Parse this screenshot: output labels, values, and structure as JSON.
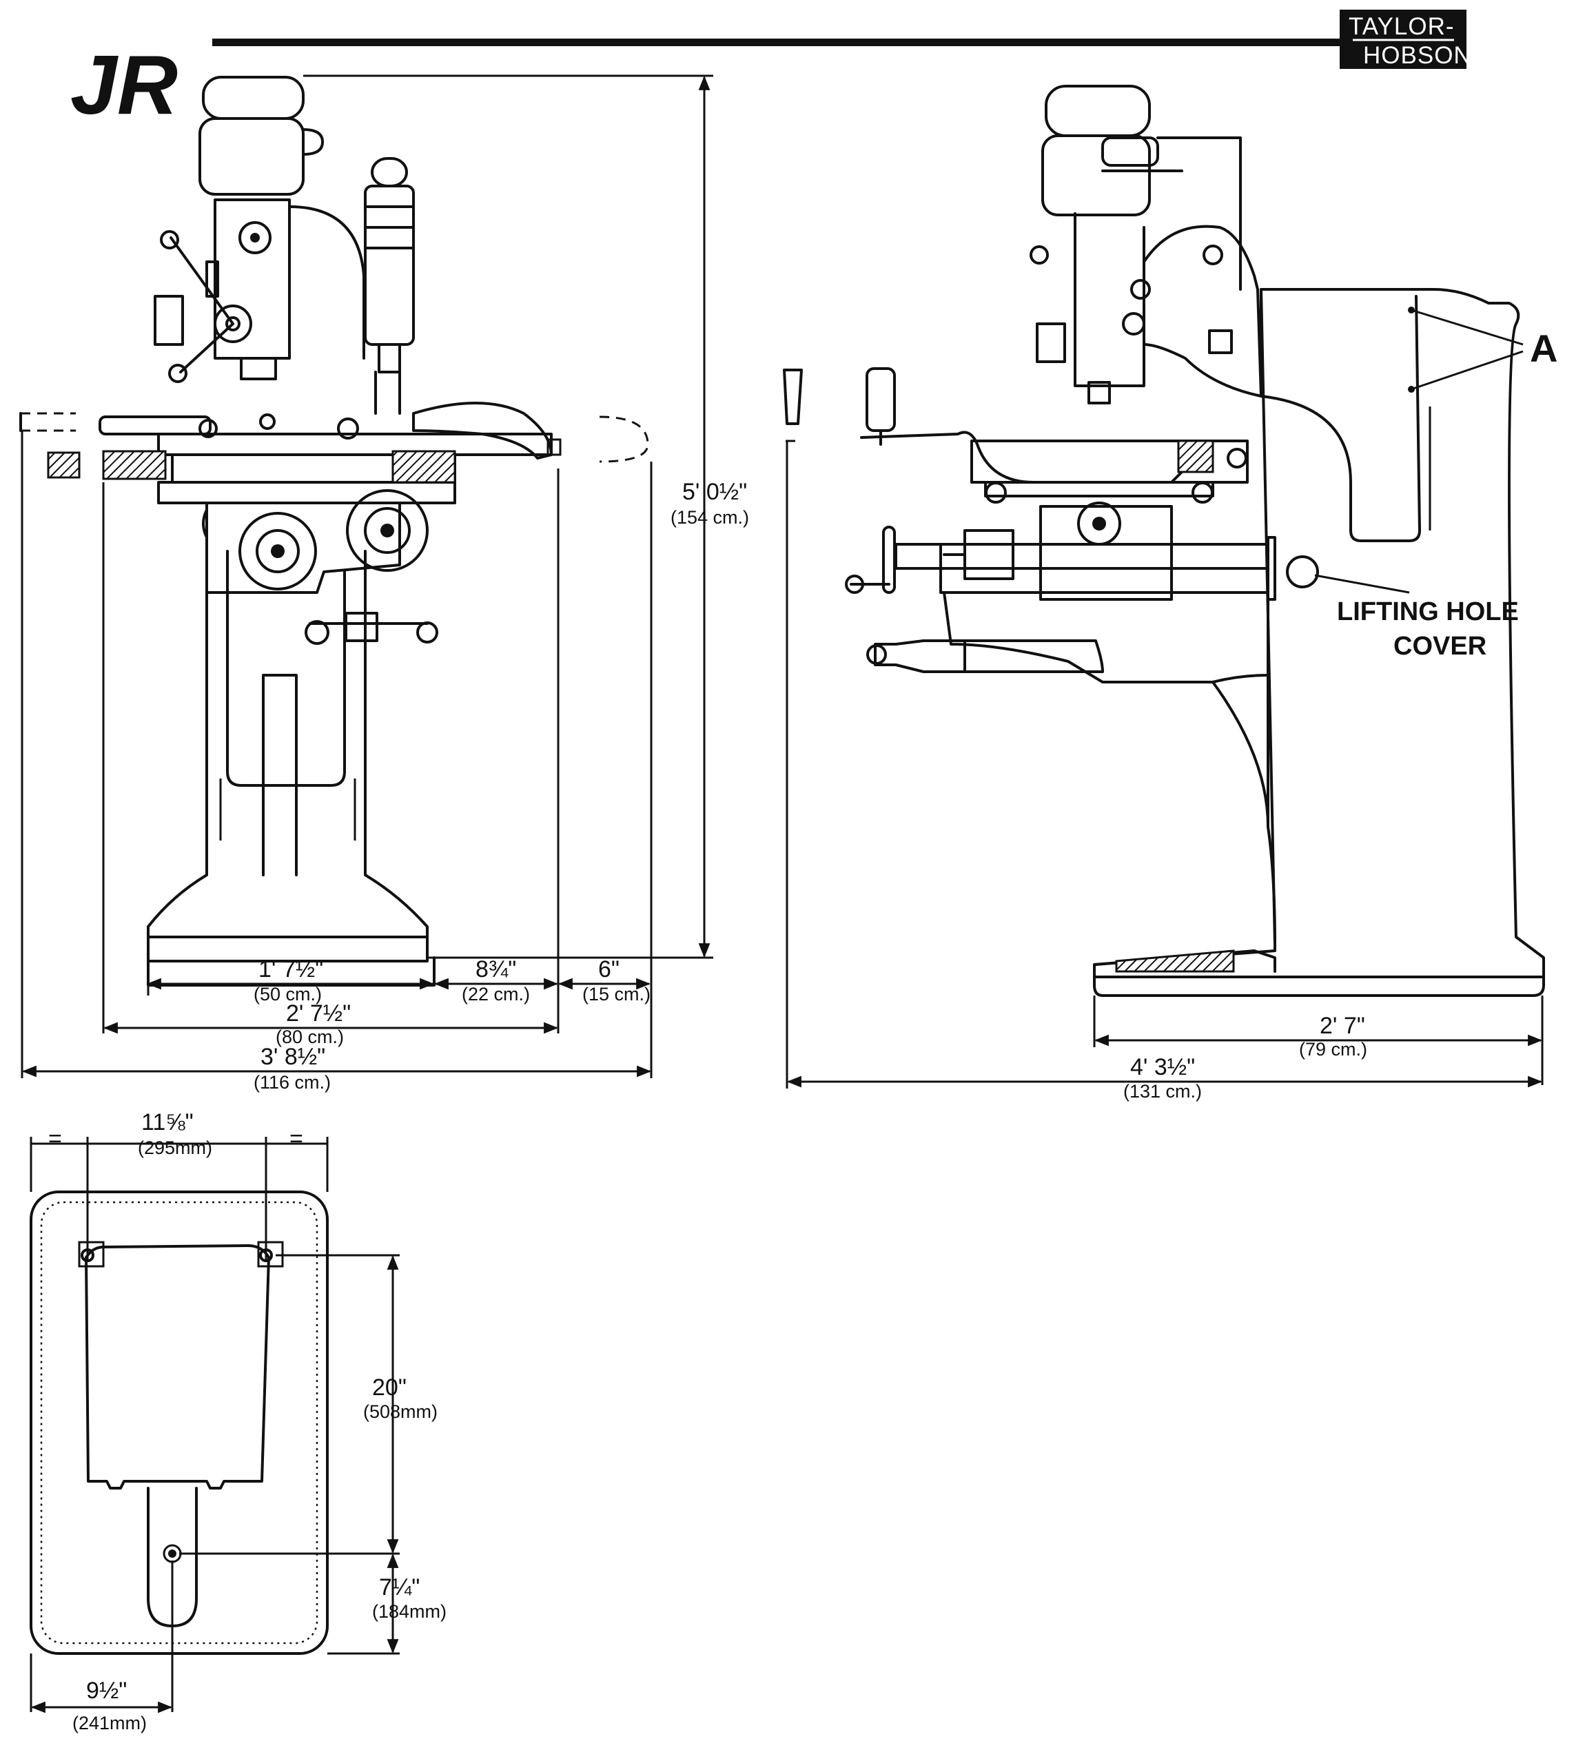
{
  "title": "JR",
  "logo": {
    "line1": "TAYLOR-",
    "line2": "HOBSON"
  },
  "front_view": {
    "height": {
      "imperial": "5' 0½\"",
      "metric": "(154 cm.)"
    },
    "base_width": {
      "imperial": "1' 7½\"",
      "metric": "(50 cm.)"
    },
    "overhang_1": {
      "imperial": "8¾\"",
      "metric": "(22 cm.)"
    },
    "overhang_2": {
      "imperial": "6\"",
      "metric": "(15 cm.)"
    },
    "table_width": {
      "imperial": "2' 7½\"",
      "metric": "(80 cm.)"
    },
    "overall_width": {
      "imperial": "3' 8½\"",
      "metric": "(116 cm.)"
    }
  },
  "side_view": {
    "annotation_a": "A",
    "lifting_hole_label_1": "LIFTING HOLE",
    "lifting_hole_label_2": "COVER",
    "base_depth": {
      "imperial": "2' 7\"",
      "metric": "(79 cm.)"
    },
    "overall_depth": {
      "imperial": "4' 3½\"",
      "metric": "(131 cm.)"
    }
  },
  "plan_view": {
    "bolt_spacing": {
      "imperial": "11⅝\"",
      "metric": "(295mm)"
    },
    "bolt_depth": {
      "imperial": "20\"",
      "metric": "(508mm)"
    },
    "rear_depth": {
      "imperial": "7¼\"",
      "metric": "(184mm)"
    },
    "rear_offset": {
      "imperial": "9½\"",
      "metric": "(241mm)"
    },
    "equal_mark_left": "=",
    "equal_mark_right": "="
  }
}
